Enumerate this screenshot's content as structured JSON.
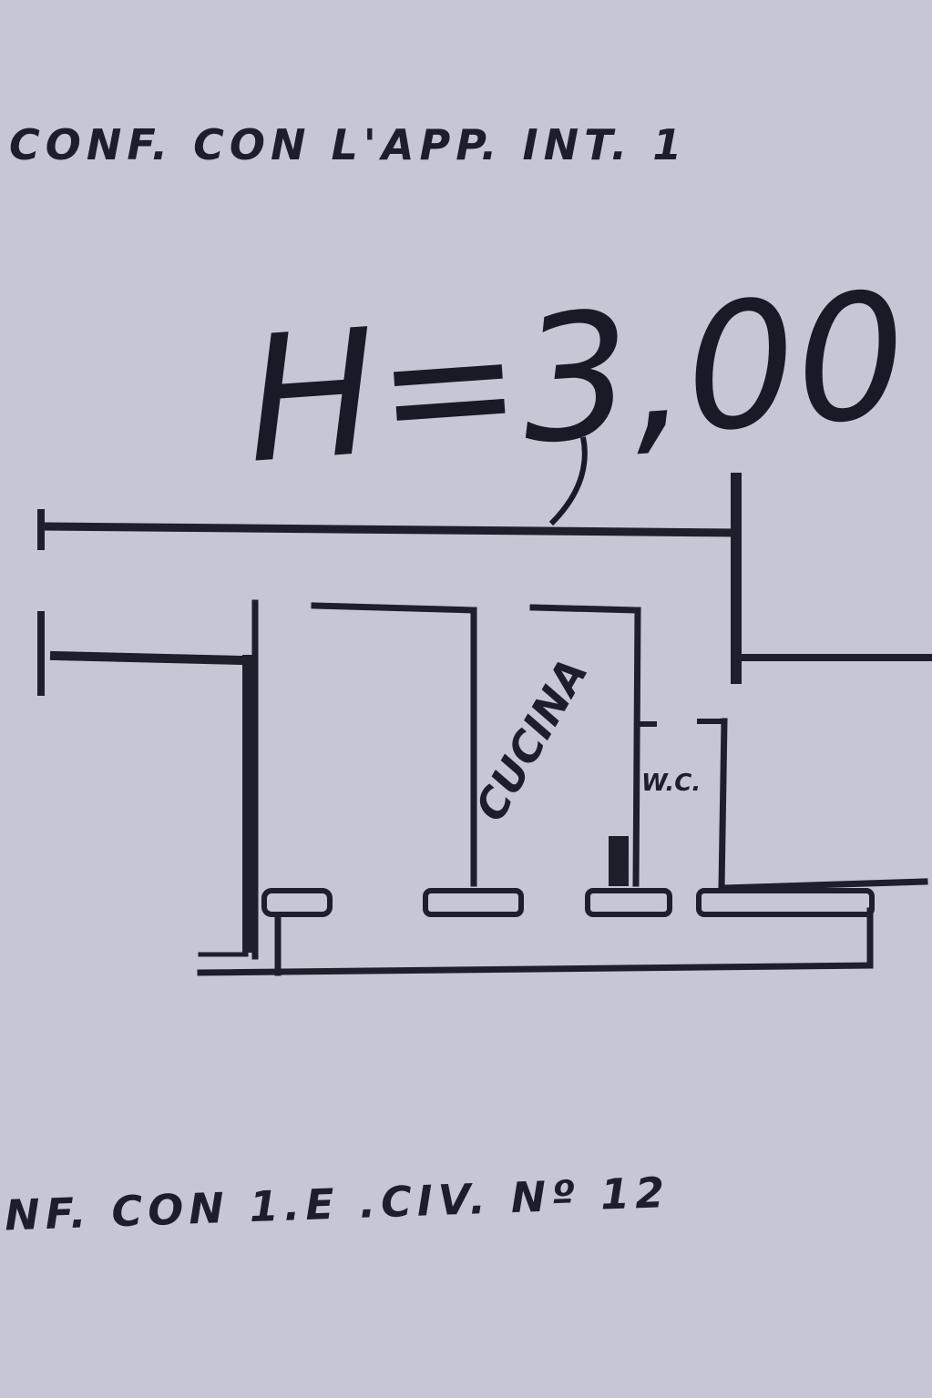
{
  "document": {
    "top_note": "CONF. CON L'APP. INT. 1",
    "height_note": "H=3,00",
    "rooms": [
      {
        "label": "CUCINA"
      },
      {
        "label": "W.C."
      }
    ],
    "bottom_note": "NF. CON 1.E  .CIV. Nº 12"
  },
  "colors": {
    "paper": "#c6c6d4",
    "ink": "#1f1f2c"
  }
}
